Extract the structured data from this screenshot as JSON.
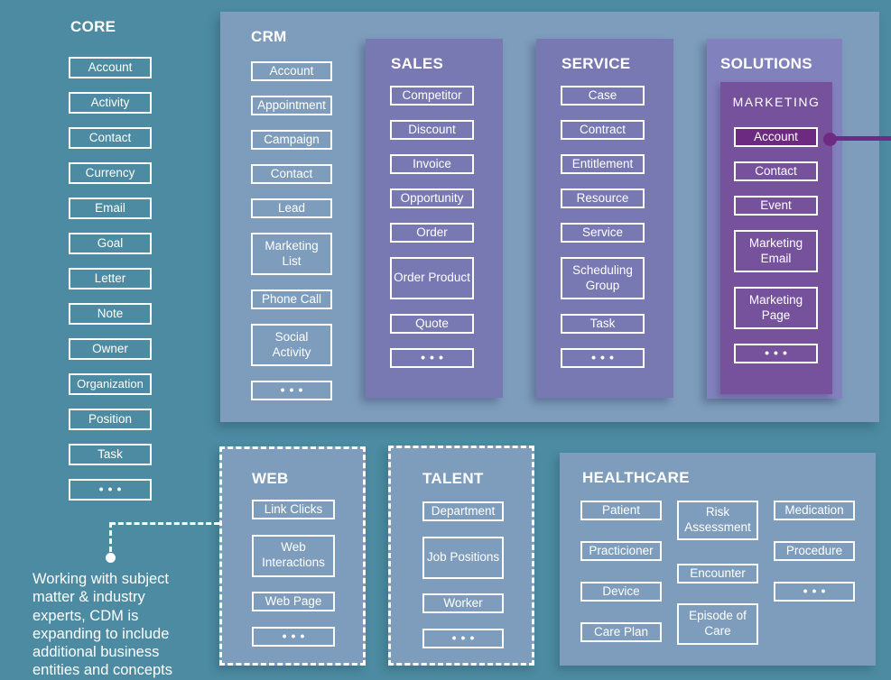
{
  "colors": {
    "background": "#4C8BA1",
    "panel_slate": "#7E9DBC",
    "panel_purple": "#7878B2",
    "panel_solutions": "#8182BD",
    "panel_marketing": "#76529C",
    "highlight_fill": "#6C2A80",
    "connector": "#6E2B84",
    "text": "#FFFFFF"
  },
  "core": {
    "title": "CORE",
    "items": [
      "Account",
      "Activity",
      "Contact",
      "Currency",
      "Email",
      "Goal",
      "Letter",
      "Note",
      "Owner",
      "Organization",
      "Position",
      "Task",
      "•••"
    ]
  },
  "crm": {
    "title": "CRM",
    "items": [
      "Account",
      "Appointment",
      "Campaign",
      "Contact",
      "Lead",
      "Marketing List",
      "Phone Call",
      "Social Activity",
      "•••"
    ]
  },
  "sales": {
    "title": "SALES",
    "items": [
      "Competitor",
      "Discount",
      "Invoice",
      "Opportunity",
      "Order",
      "Order Product",
      "Quote",
      "•••"
    ]
  },
  "service": {
    "title": "SERVICE",
    "items": [
      "Case",
      "Contract",
      "Entitlement",
      "Resource",
      "Service",
      "Scheduling Group",
      "Task",
      "•••"
    ]
  },
  "solutions": {
    "title": "SOLUTIONS",
    "marketing": {
      "title": "MARKETING",
      "highlighted_item": "Account",
      "items": [
        "Account",
        "Contact",
        "Event",
        "Marketing Email",
        "Marketing Page",
        "•••"
      ]
    }
  },
  "web": {
    "title": "WEB",
    "items": [
      "Link Clicks",
      "Web Interactions",
      "Web Page",
      "•••"
    ]
  },
  "talent": {
    "title": "TALENT",
    "items": [
      "Department",
      "Job Positions",
      "Worker",
      "•••"
    ]
  },
  "healthcare": {
    "title": "HEALTHCARE",
    "columns": [
      [
        "Patient",
        "Practicioner",
        "Device",
        "Care Plan"
      ],
      [
        "Risk Assessment",
        "Encounter",
        "Episode of Care"
      ],
      [
        "Medication",
        "Procedure",
        "•••"
      ]
    ]
  },
  "note": {
    "lines": [
      "Working with subject",
      "matter & industry",
      "experts, CDM is",
      "expanding to include",
      "additional business",
      "entities and concepts"
    ]
  }
}
